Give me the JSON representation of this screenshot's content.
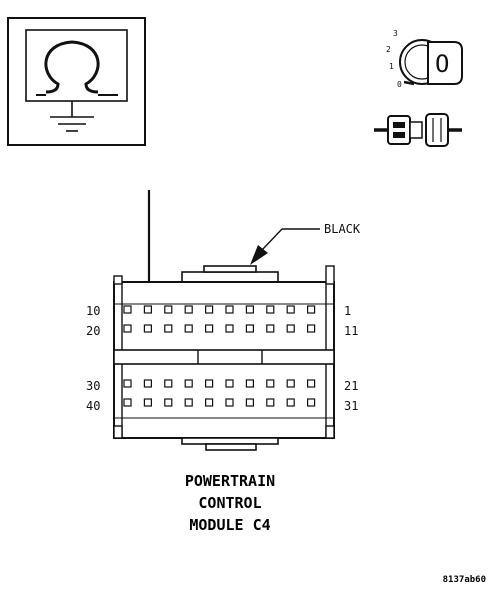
{
  "connector": {
    "color_label": "BLACK",
    "pin_labels": {
      "row1_left": "10",
      "row1_right": "1",
      "row2_left": "20",
      "row2_right": "11",
      "row3_left": "30",
      "row3_right": "21",
      "row4_left": "40",
      "row4_right": "31"
    },
    "title_lines": [
      "POWERTRAIN",
      "CONTROL",
      "MODULE C4"
    ]
  },
  "ignition_switch": {
    "positions": [
      "3",
      "2",
      "1",
      "0"
    ],
    "key_symbol": "O"
  },
  "figure_code": "8137ab60",
  "icons": {
    "ground_symbol": "ground-icon",
    "ignition_key": "ignition-key-icon",
    "connector_plug": "connector-plug-icon",
    "pointer_arrow": "arrow-down-icon"
  }
}
